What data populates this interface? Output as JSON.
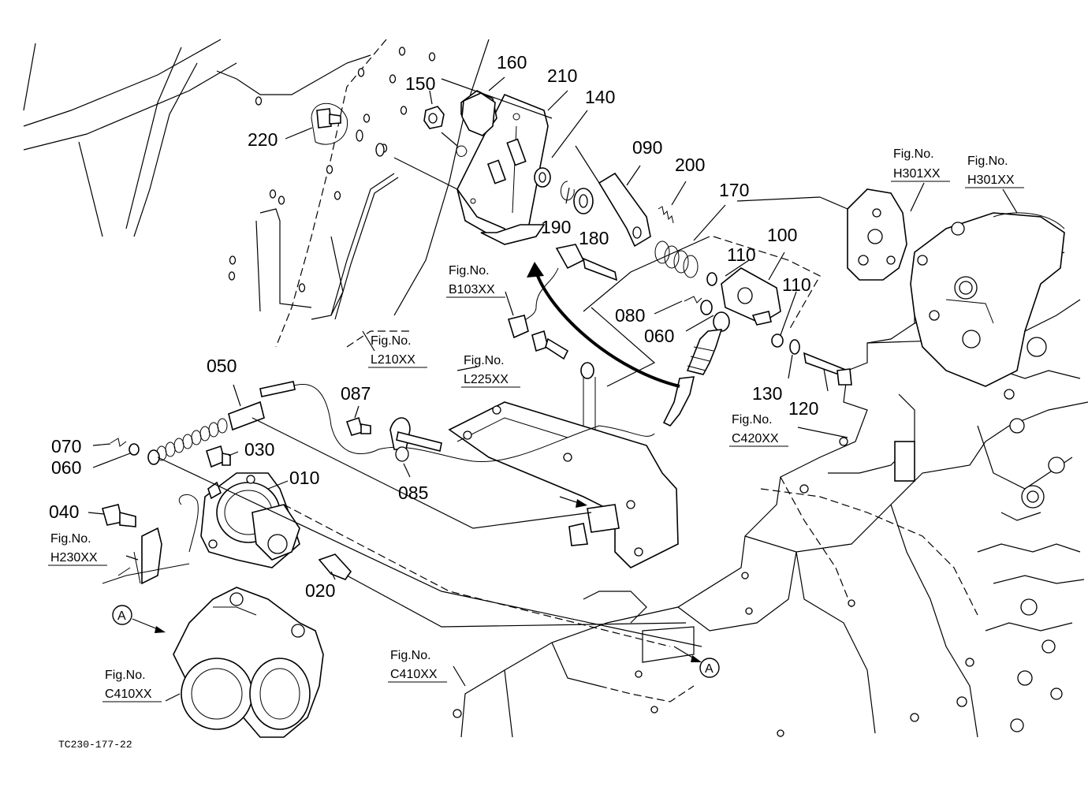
{
  "drawing_code": "TC230-177-22",
  "part_labels": [
    {
      "id": "p160",
      "text": "160"
    },
    {
      "id": "p210",
      "text": "210"
    },
    {
      "id": "p150",
      "text": "150"
    },
    {
      "id": "p140",
      "text": "140"
    },
    {
      "id": "p220",
      "text": "220"
    },
    {
      "id": "p090",
      "text": "090"
    },
    {
      "id": "p200",
      "text": "200"
    },
    {
      "id": "p170",
      "text": "170"
    },
    {
      "id": "p190",
      "text": "190"
    },
    {
      "id": "p180",
      "text": "180"
    },
    {
      "id": "p100",
      "text": "100"
    },
    {
      "id": "p110a",
      "text": "110"
    },
    {
      "id": "p110b",
      "text": "110"
    },
    {
      "id": "p080",
      "text": "080"
    },
    {
      "id": "p060a",
      "text": "060"
    },
    {
      "id": "p130",
      "text": "130"
    },
    {
      "id": "p120",
      "text": "120"
    },
    {
      "id": "p050",
      "text": "050"
    },
    {
      "id": "p087",
      "text": "087"
    },
    {
      "id": "p070",
      "text": "070"
    },
    {
      "id": "p060b",
      "text": "060"
    },
    {
      "id": "p030",
      "text": "030"
    },
    {
      "id": "p010",
      "text": "010"
    },
    {
      "id": "p085",
      "text": "085"
    },
    {
      "id": "p040",
      "text": "040"
    },
    {
      "id": "p020",
      "text": "020"
    }
  ],
  "fig_refs": [
    {
      "id": "h301a",
      "label": "Fig.No.",
      "code": "H301XX"
    },
    {
      "id": "h301b",
      "label": "Fig.No.",
      "code": "H301XX"
    },
    {
      "id": "b103",
      "label": "Fig.No.",
      "code": "B103XX"
    },
    {
      "id": "l210",
      "label": "Fig.No.",
      "code": "L210XX"
    },
    {
      "id": "l225",
      "label": "Fig.No.",
      "code": "L225XX"
    },
    {
      "id": "c420",
      "label": "Fig.No.",
      "code": "C420XX"
    },
    {
      "id": "h230",
      "label": "Fig.No.",
      "code": "H230XX"
    },
    {
      "id": "c410a",
      "label": "Fig.No.",
      "code": "C410XX"
    },
    {
      "id": "c410b",
      "label": "Fig.No.",
      "code": "C410XX"
    }
  ],
  "markers": {
    "a1": "A",
    "a2": "A"
  }
}
